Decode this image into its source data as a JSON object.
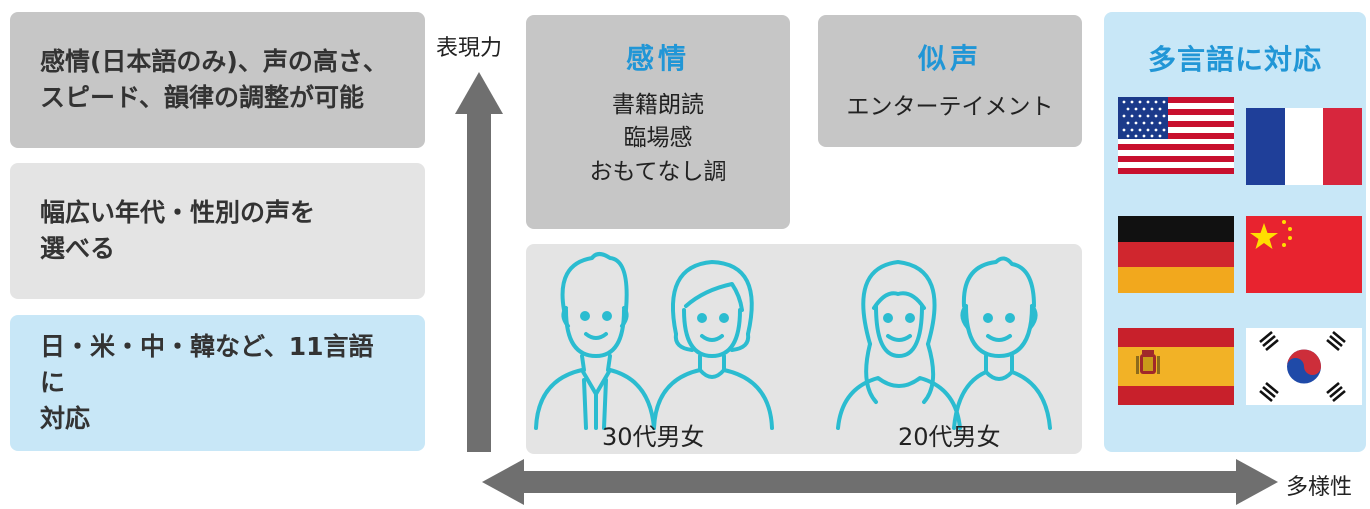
{
  "left_boxes": [
    {
      "lines": [
        "感情(日本語のみ)、声の高さ、",
        "スピード、韻律の調整が可能"
      ]
    },
    {
      "lines": [
        "幅広い年代・性別の声を",
        "選べる"
      ]
    },
    {
      "lines": [
        "日・米・中・韓など、11言語に",
        "対応"
      ]
    }
  ],
  "axes": {
    "y_label": "表現力",
    "x_label": "多様性"
  },
  "cards": {
    "emotion": {
      "title": "感情",
      "lines": [
        "書籍朗読",
        "臨場感",
        "おもてなし調"
      ]
    },
    "imitation": {
      "title": "似声",
      "lines": [
        "エンターテイメント"
      ]
    },
    "multilingual": {
      "title": "多言語に対応"
    }
  },
  "people": {
    "group1_label": "30代男女",
    "group2_label": "20代男女"
  },
  "colors": {
    "accent": "#2196d6",
    "line_art": "#2bbcd0",
    "arrow": "#6f6f6f"
  },
  "flags": [
    "flag-usa-icon",
    "flag-france-icon",
    "flag-germany-icon",
    "flag-china-icon",
    "flag-spain-icon",
    "flag-korea-icon"
  ]
}
